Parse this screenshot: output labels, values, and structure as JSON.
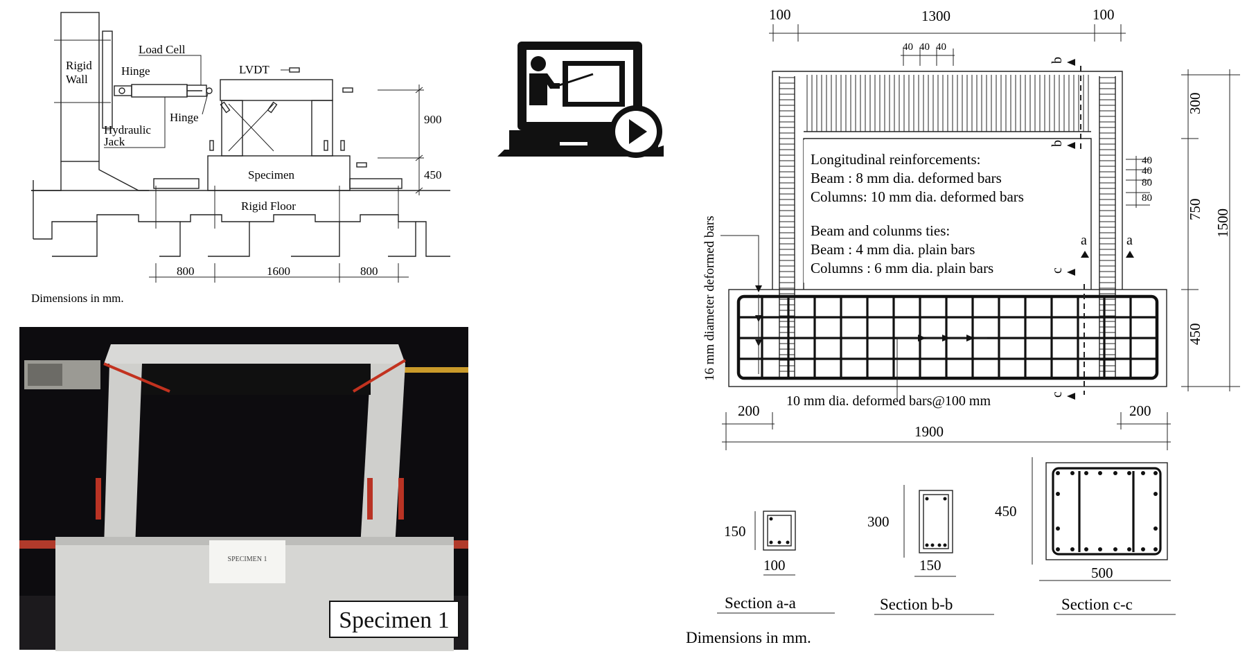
{
  "setup": {
    "labels": {
      "rigid_wall": "Rigid\nWall",
      "hinge_left": "Hinge",
      "load_cell": "Load Cell",
      "lvdt": "LVDT",
      "hinge_right": "Hinge",
      "hydraulic_jack": "Hydraulic\nJack",
      "specimen": "Specimen",
      "rigid_floor": "Rigid Floor"
    },
    "dims": {
      "frame_height": "900",
      "base_height": "450",
      "left_span": "800",
      "mid_span": "1600",
      "right_span": "800"
    },
    "note": "Dimensions in mm."
  },
  "photo": {
    "caption": "Specimen 1",
    "sign": "SPECIMEN 1"
  },
  "video_icon": "teacher-presentation-play-icon",
  "detail": {
    "top_dims": {
      "left": "100",
      "middle": "1300",
      "right": "100"
    },
    "spacing": [
      "40",
      "40",
      "40"
    ],
    "right_spacing": [
      "40",
      "40",
      "80",
      "80"
    ],
    "vertical_dims": {
      "top": "300",
      "middle": "750",
      "bottom": "450",
      "total": "1500"
    },
    "notes": {
      "l1": "Longitudinal reinforcements:",
      "l2": "Beam : 8 mm dia. deformed bars",
      "l3": "Columns: 10 mm dia. deformed bars",
      "l4": "Beam and colunms ties:",
      "l5": "Beam : 4 mm dia. plain bars",
      "l6": "Columns : 6 mm dia. plain bars"
    },
    "side_label": "16 mm diameter deformed bars",
    "bottom_label": "10 mm dia. deformed bars@100 mm",
    "section_markers": {
      "a": "a",
      "b": "b",
      "c": "c"
    },
    "bottom_dims": {
      "left": "200",
      "total": "1900",
      "right": "200"
    },
    "note": "Dimensions in mm."
  },
  "sections": [
    {
      "title": "Section a-a",
      "h": "150",
      "w": "100"
    },
    {
      "title": "Section b-b",
      "h": "300",
      "w": "150"
    },
    {
      "title": "Section c-c",
      "h": "450",
      "w": "500"
    }
  ]
}
